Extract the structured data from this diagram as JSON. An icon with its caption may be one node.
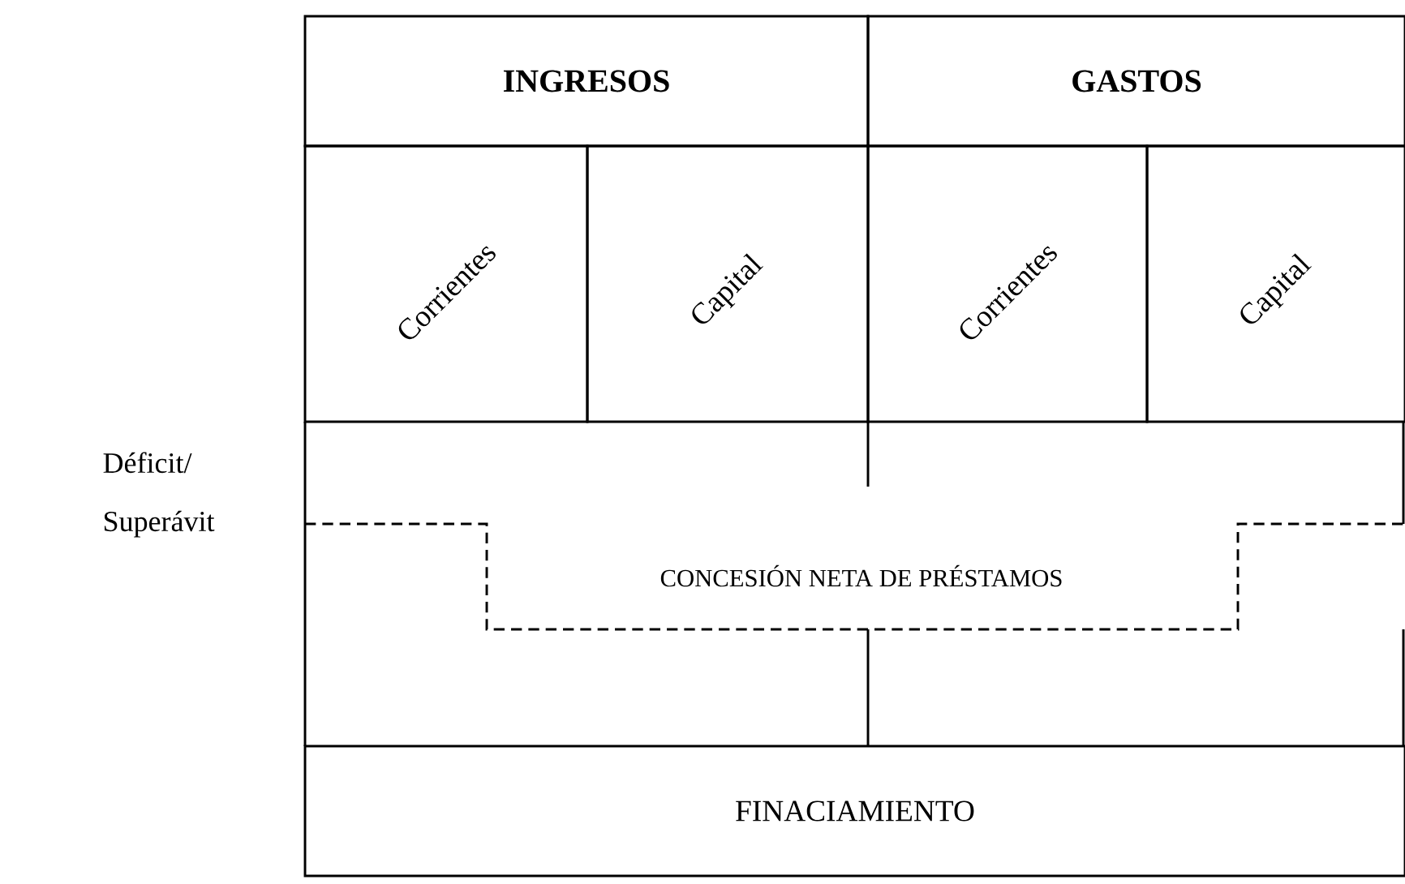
{
  "diagram": {
    "nodes": [
      {
        "text": [
          "INGRESOS"
        ]
      },
      {
        "text": [
          "GASTOS"
        ]
      },
      {
        "text": [
          "Corrientes"
        ]
      },
      {
        "text": [
          "Capital"
        ]
      },
      {
        "text": [
          "Corrientes"
        ]
      },
      {
        "text": [
          "Capital"
        ]
      },
      {
        "text": [
          "CONCESIÓN NETA DE PRÉSTAMOS"
        ]
      },
      {
        "text": [
          "FINACIAMIENTO"
        ]
      }
    ],
    "labels": [
      "Déficit/ Superávit"
    ]
  }
}
